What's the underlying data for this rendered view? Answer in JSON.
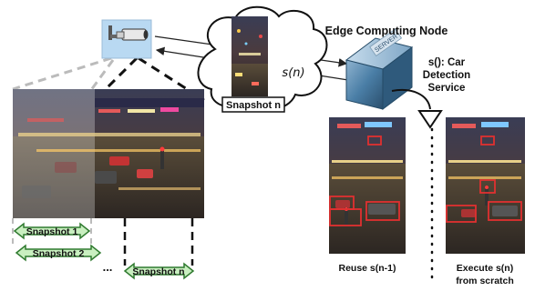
{
  "diagram": {
    "node_title": "Edge Computing Node",
    "service_label_line1": "s(): Car",
    "service_label_line2": "Detection",
    "service_label_line3": "Service",
    "server_badge": "SERVER",
    "flow_label": "s(n)",
    "cloud_caption": "Snapshot n",
    "snapshots": [
      "Snapshot 1",
      "Snapshot 2",
      "Snapshot n"
    ],
    "ellipsis": "...",
    "reuse_caption": "Reuse s(n-1)",
    "execute_caption_line1": "Execute s(n)",
    "execute_caption_line2": "from scratch"
  },
  "colors": {
    "camera_bg": "#b9d9f2",
    "snapshot_arrow_fill": "#c9efc0",
    "snapshot_arrow_stroke": "#2f7a2f",
    "detection_box": "#e03030",
    "server_body": "#3d6f96"
  },
  "icons": [
    "security-camera-icon",
    "server-icon",
    "curved-arrow-icon"
  ]
}
